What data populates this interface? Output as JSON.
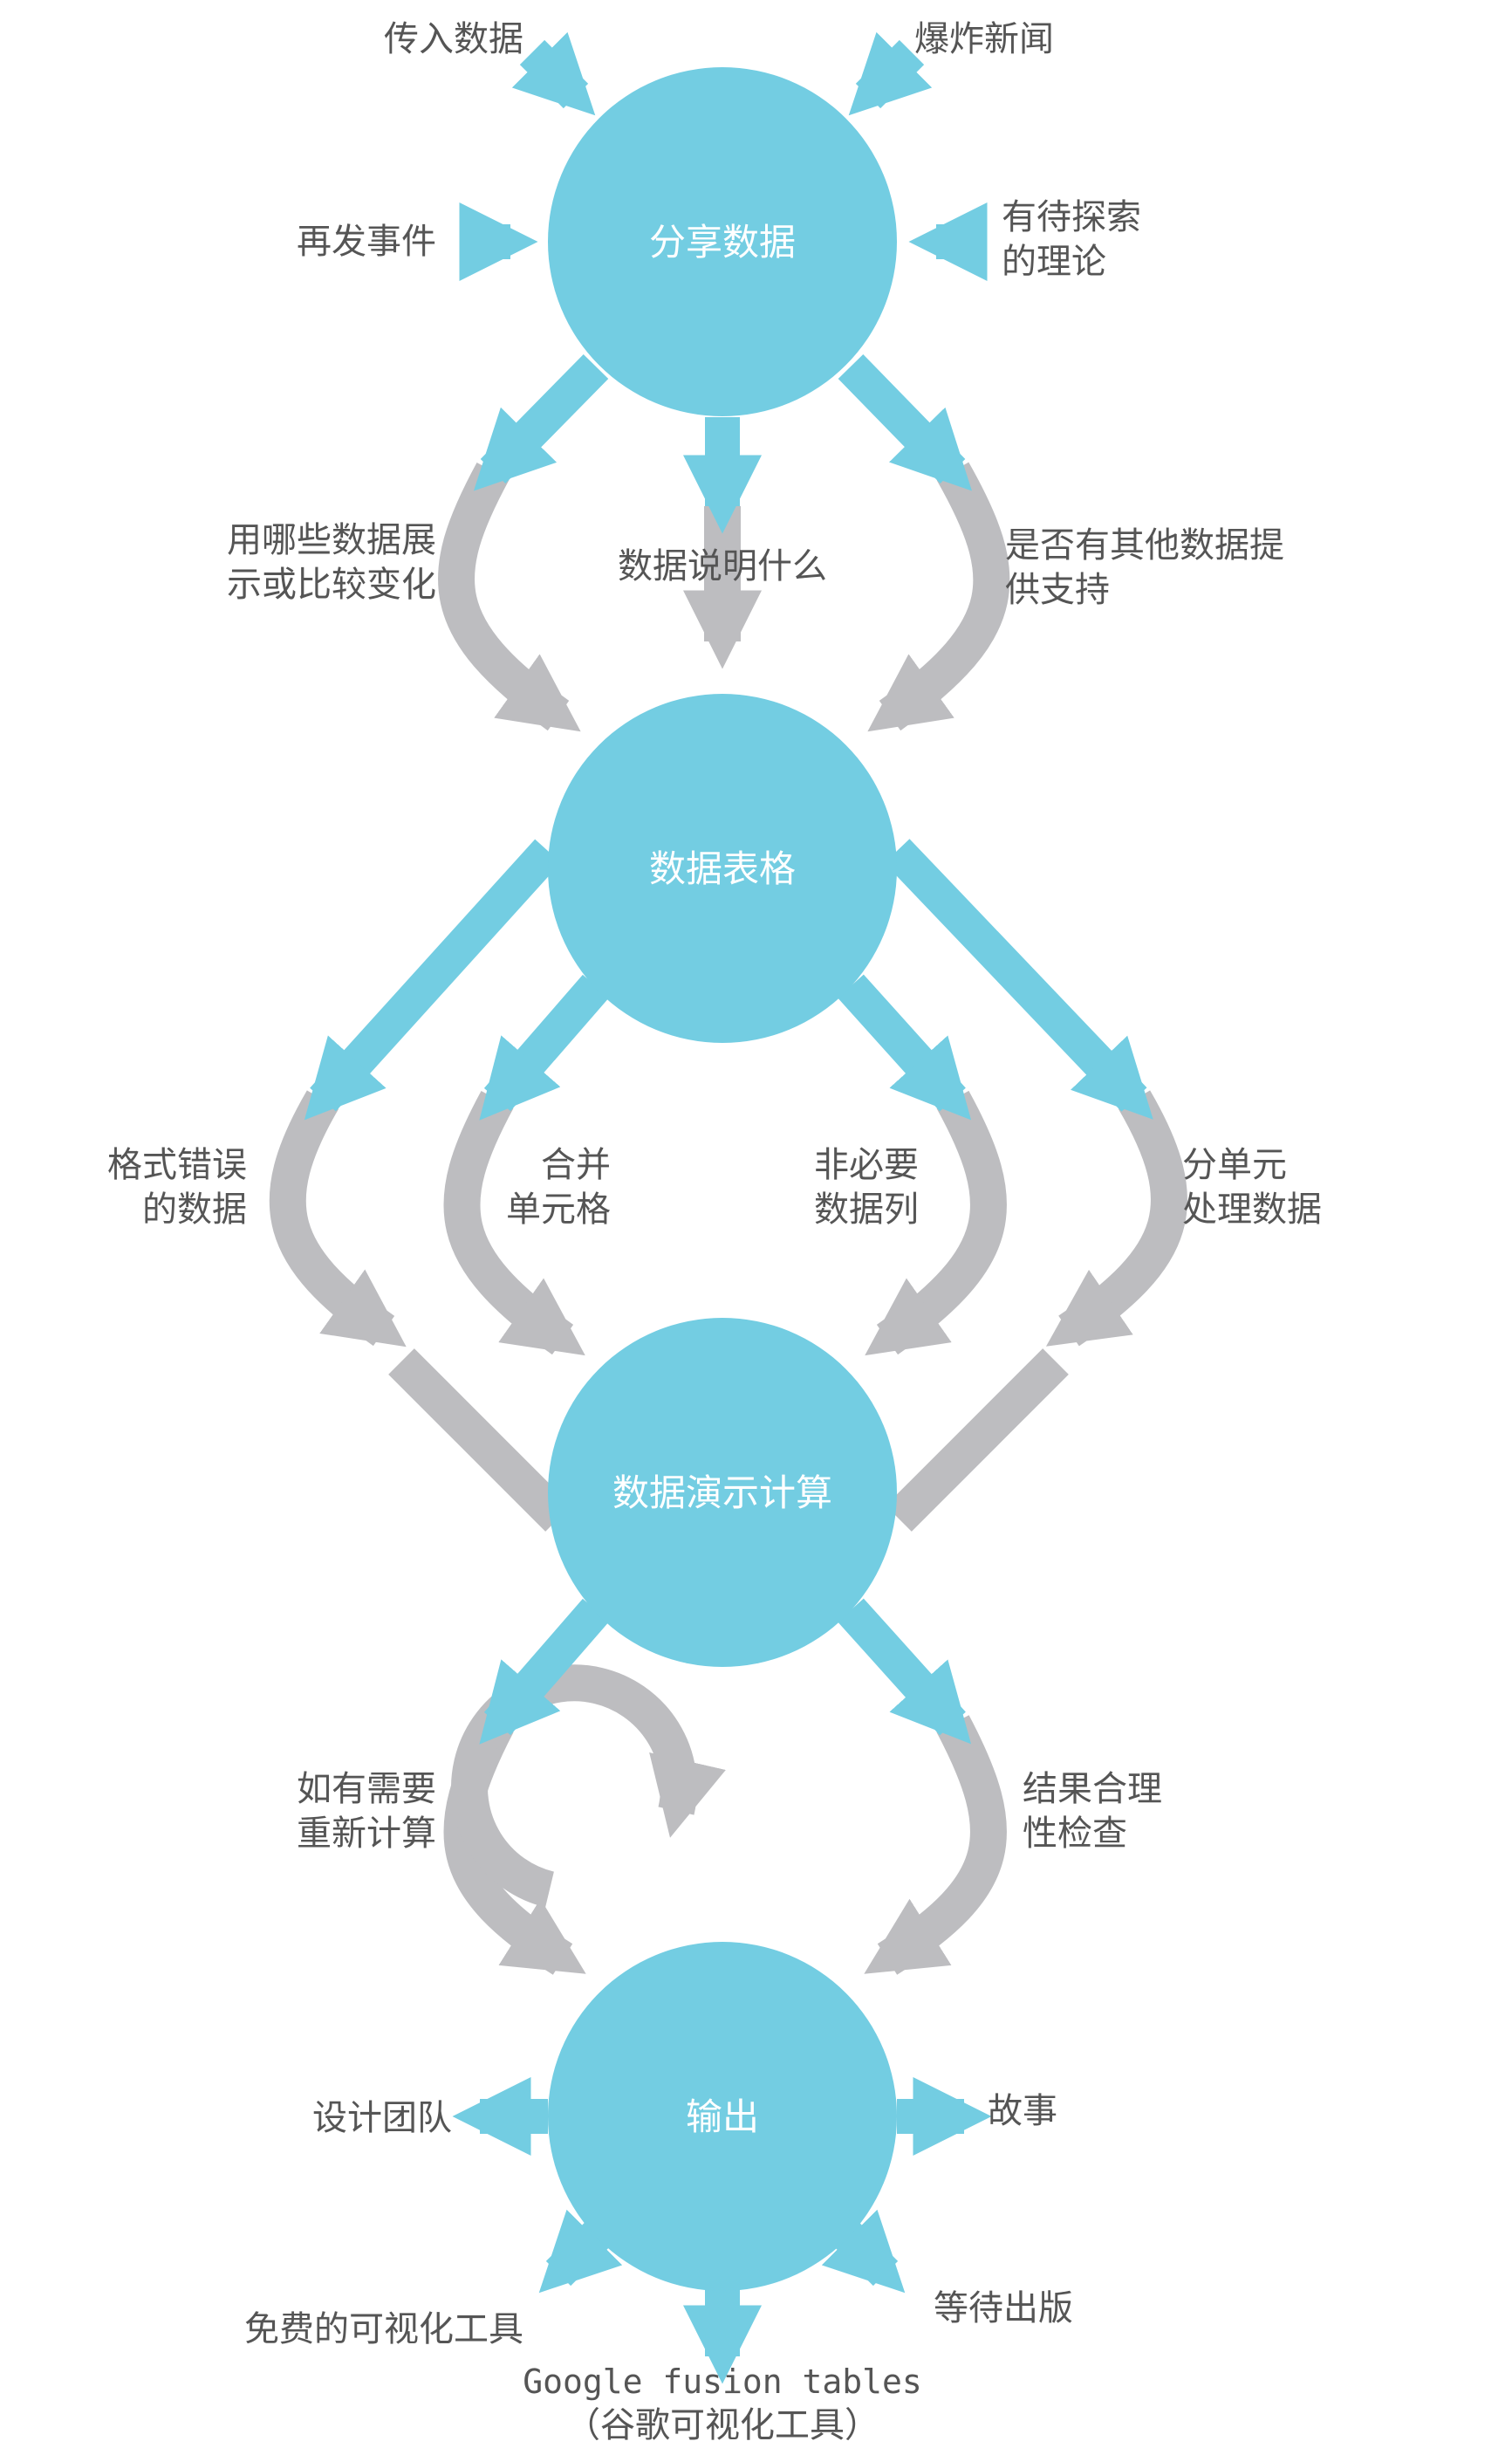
{
  "colors": {
    "node": "#73cde2",
    "arrow_blue": "#73cde2",
    "arrow_gray": "#bdbdc0",
    "text": "#555555",
    "node_text": "#ffffff"
  },
  "nodes": {
    "share": "分享数据",
    "table": "数据表格",
    "calc": "数据演示计算",
    "output": "输出"
  },
  "inputs": {
    "incoming": "传入数据",
    "breaking": "爆炸新闻",
    "recurring": "再发事件",
    "theory_1": "有待探索",
    "theory_2": "的理论"
  },
  "questions": {
    "compare_1": "用哪些数据展",
    "compare_2": "示或比较变化",
    "meaning": "数据说明什么",
    "support_1": "是否有其他数据提",
    "support_2": "供支持"
  },
  "cleaning": {
    "format_1": "格式错误",
    "format_2": "的数据",
    "merge_1": "合并",
    "merge_2": "单元格",
    "unneeded_1": "非必要",
    "unneeded_2": "数据列",
    "split_1": "分单元",
    "split_2": "处理数据"
  },
  "checks": {
    "recalc_1": "如有需要",
    "recalc_2": "重新计算",
    "sanity_1": "结果合理",
    "sanity_2": "性检查"
  },
  "outputs": {
    "design": "设计团队",
    "story": "故事",
    "free_tools": "免费的可视化工具",
    "publish": "等待出版",
    "fusion_1": "Google fusion tables",
    "fusion_2": "（谷歌可视化工具）"
  }
}
